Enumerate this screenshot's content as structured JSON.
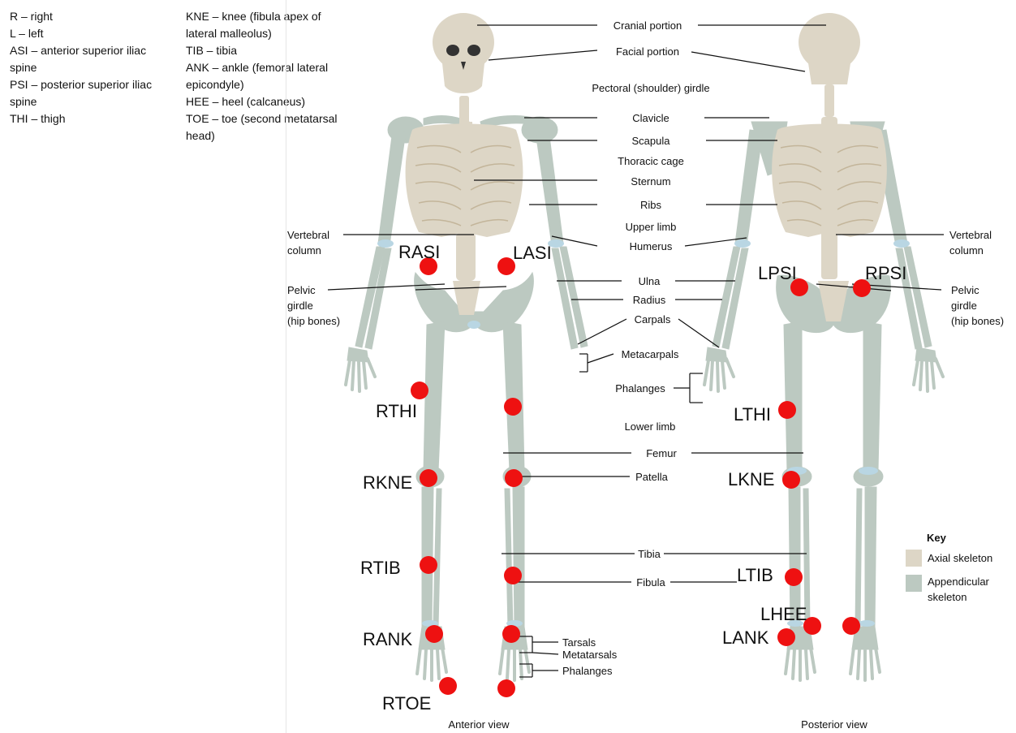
{
  "legend_left": [
    "R – right",
    "L – left",
    "ASI – anterior superior iliac\nspine",
    "PSI – posterior superior iliac\nspine",
    "THI – thigh"
  ],
  "legend_right": [
    "KNE – knee (fibula apex of\nlateral malleolus)",
    "TIB – tibia",
    "ANK – ankle (femoral lateral\nepicondyle)",
    "HEE – heel (calcaneus)",
    "TOE – toe (second metatarsal\nhead)"
  ],
  "anatomy_labels": {
    "cranial": "Cranial portion",
    "facial": "Facial portion",
    "pectoral": "Pectoral (shoulder) girdle",
    "clavicle": "Clavicle",
    "scapula": "Scapula",
    "thoracic": "Thoracic cage",
    "sternum": "Sternum",
    "ribs": "Ribs",
    "upper_limb": "Upper limb",
    "humerus": "Humerus",
    "ulna": "Ulna",
    "radius": "Radius",
    "carpals": "Carpals",
    "metacarpals": "Metacarpals",
    "phalanges_hand": "Phalanges",
    "lower_limb": "Lower limb",
    "femur": "Femur",
    "patella": "Patella",
    "tibia": "Tibia",
    "fibula": "Fibula",
    "tarsals": "Tarsals",
    "metatarsals": "Metatarsals",
    "phalanges_foot": "Phalanges",
    "vertebral_left_1": "Vertebral",
    "vertebral_left_2": "column",
    "vertebral_right_1": "Vertebral",
    "vertebral_right_2": "column",
    "pelvic_left_1": "Pelvic",
    "pelvic_left_2": "girdle",
    "pelvic_left_3": "(hip bones)",
    "pelvic_right_1": "Pelvic",
    "pelvic_right_2": "girdle",
    "pelvic_right_3": "(hip bones)",
    "anterior_view": "Anterior view",
    "posterior_view": "Posterior view"
  },
  "markers": {
    "rasi": "RASI",
    "lasi": "LASI",
    "lpsi": "LPSI",
    "rpsi": "RPSI",
    "rthi": "RTHI",
    "lthi": "LTHI",
    "rkne": "RKNE",
    "lkne": "LKNE",
    "rtib": "RTIB",
    "ltib": "LTIB",
    "rank": "RANK",
    "lank": "LANK",
    "lhee": "LHEE",
    "rtoe": "RTOE"
  },
  "key": {
    "title": "Key",
    "axial": "Axial skeleton",
    "appendicular_1": "Appendicular",
    "appendicular_2": "skeleton"
  },
  "colors": {
    "axial": "#ddd6c6",
    "appendicular": "#bcc9c1",
    "marker": "#ee1111",
    "joint": "#b9d6e3"
  }
}
